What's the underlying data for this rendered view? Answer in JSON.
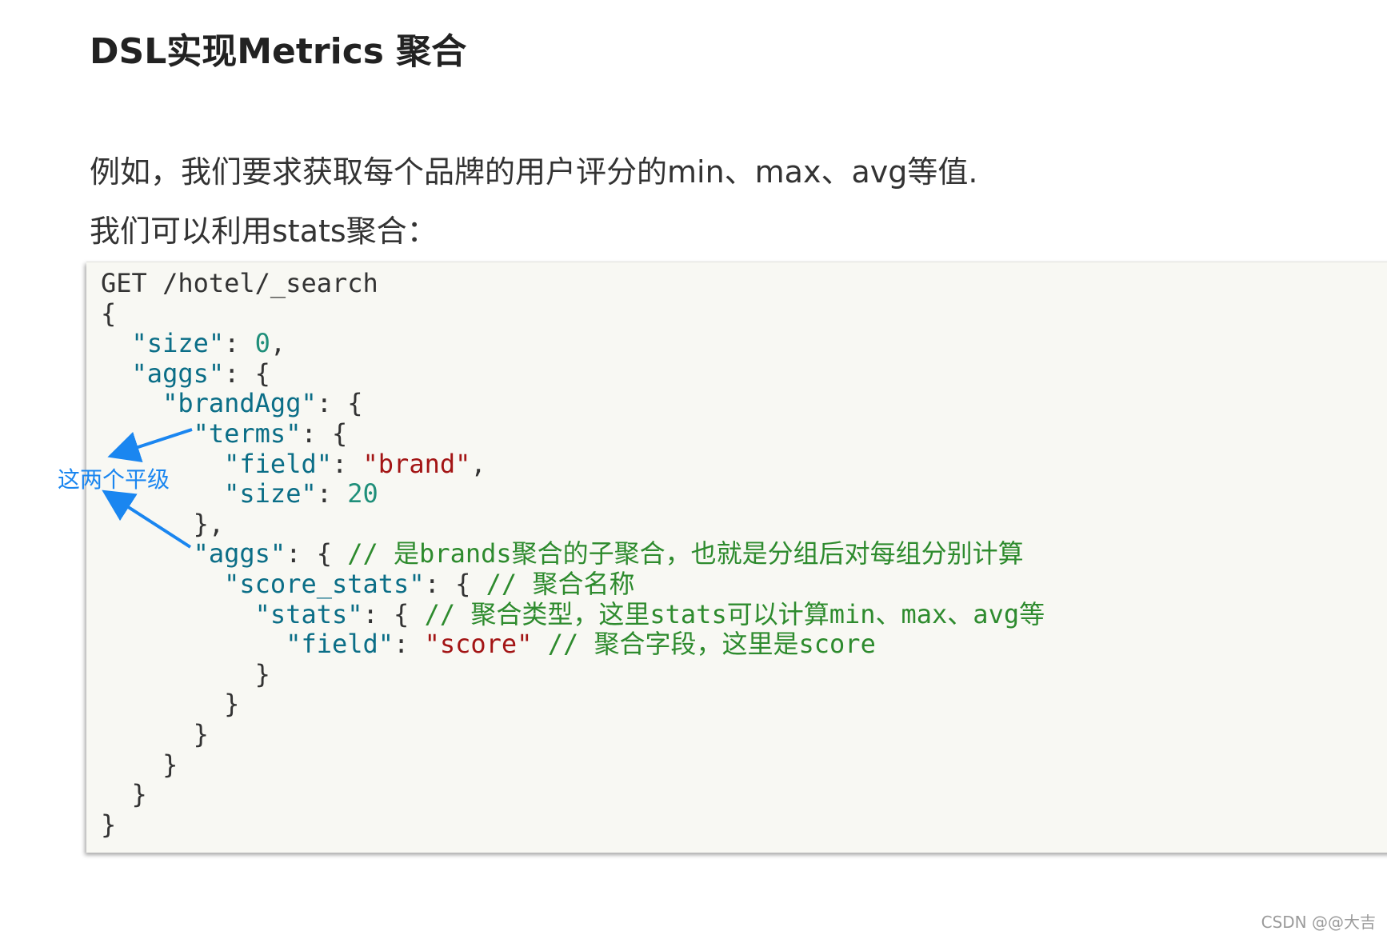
{
  "title": "DSL实现Metrics 聚合",
  "paragraphs": [
    "例如，我们要求获取每个品牌的用户评分的min、max、avg等值.",
    "我们可以利用stats聚合："
  ],
  "code": {
    "request_line": "GET /hotel/_search",
    "keys": {
      "size": "\"size\"",
      "aggs": "\"aggs\"",
      "brandAgg": "\"brandAgg\"",
      "terms": "\"terms\"",
      "field": "\"field\"",
      "score_stats": "\"score_stats\"",
      "stats": "\"stats\""
    },
    "values": {
      "size_zero": "0",
      "brand": "\"brand\"",
      "size_twenty": "20",
      "score": "\"score\""
    },
    "comments": {
      "sub_aggs": "// 是brands聚合的子聚合，也就是分组后对每组分别计算",
      "agg_name": "// 聚合名称",
      "agg_type": "// 聚合类型，这里stats可以计算min、max、avg等",
      "agg_field": "// 聚合字段，这里是score"
    }
  },
  "annotation": {
    "text": "这两个平级",
    "color": "#1a86f0"
  },
  "watermark": "CSDN @@大吉",
  "colors": {
    "key": "#0b6e87",
    "string": "#a31515",
    "number": "#1f8f7a",
    "comment": "#2e8b2e",
    "code_background": "#f8f8f3"
  }
}
